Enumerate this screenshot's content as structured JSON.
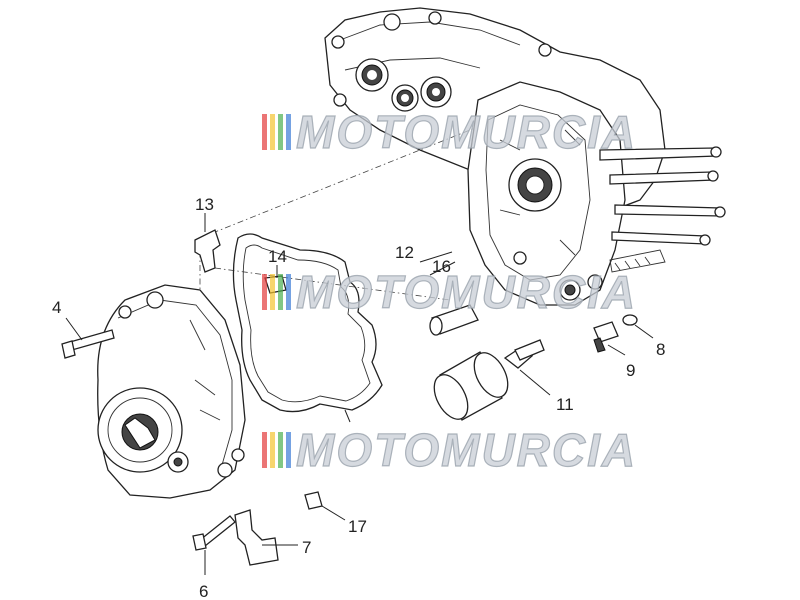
{
  "diagram": {
    "part_numbers": {
      "p4": "4",
      "p6": "6",
      "p7": "7",
      "p8": "8",
      "p9": "9",
      "p11": "11",
      "p12": "12",
      "p13": "13",
      "p14": "14",
      "p16": "16",
      "p17": "17"
    },
    "watermark": "MOTOMURCIA",
    "watermark_colors": [
      "#e23b3b",
      "#f3c330",
      "#4caf50",
      "#3a7bd5"
    ]
  }
}
